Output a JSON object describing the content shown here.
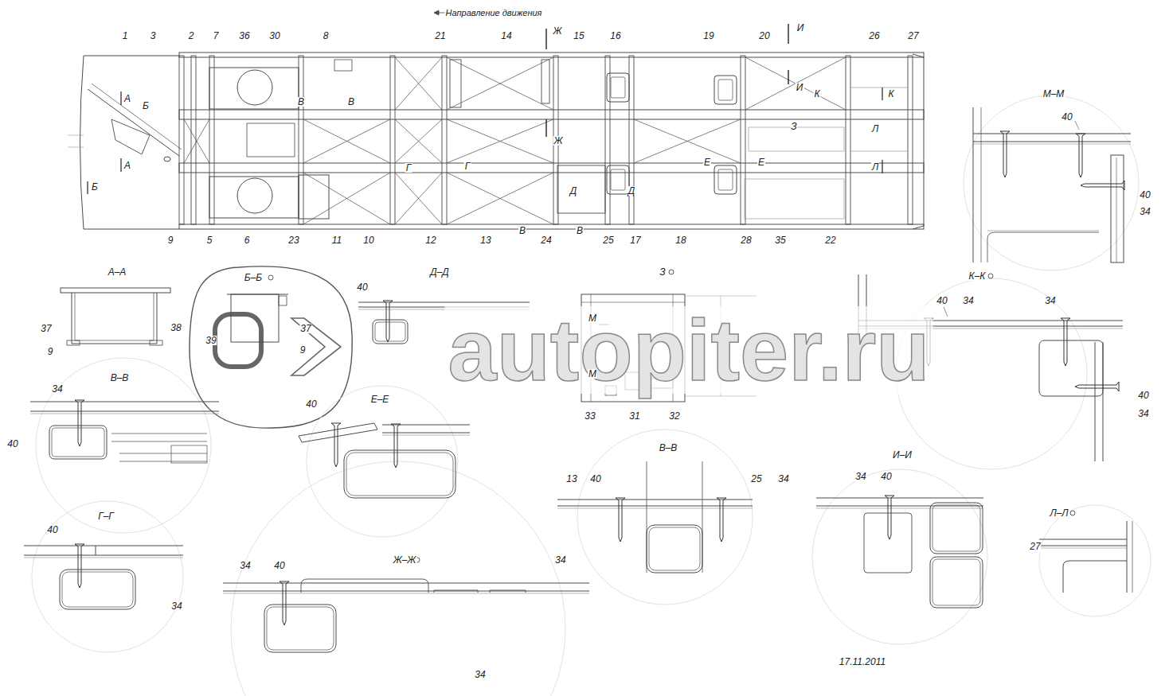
{
  "diagram": {
    "labels": [
      "Направление движения",
      "1",
      "3",
      "2",
      "7",
      "36",
      "30",
      "8",
      "21",
      "14",
      "Ж",
      "15",
      "16",
      "19",
      "20",
      "И",
      "26",
      "27",
      "9",
      "5",
      "6",
      "23",
      "11",
      "10",
      "12",
      "13",
      "24",
      "25",
      "17",
      "18",
      "28",
      "35",
      "22",
      "А",
      "Б",
      "А",
      "Б",
      "В",
      "В",
      "Г",
      "Г",
      "Ж",
      "Д",
      "Д",
      "В",
      "В",
      "И",
      "К",
      "К",
      "З",
      "Е",
      "Е",
      "Л",
      "Л",
      "М–М",
      "40",
      "40",
      "34",
      "А–А",
      "37",
      "38",
      "9",
      "Б–Б",
      "39",
      "37",
      "9",
      "40",
      "Д–Д",
      "40",
      "З",
      "М",
      "М",
      "33",
      "31",
      "32",
      "К–К",
      "40",
      "34",
      "34",
      "40",
      "34",
      "В–В",
      "34",
      "40",
      "Е–Е",
      "Г–Г",
      "40",
      "34",
      "Ж–Ж",
      "34",
      "40",
      "34",
      "В–В",
      "13",
      "40",
      "25",
      "34",
      "34",
      "И–И",
      "34",
      "40",
      "Л–Л",
      "27",
      "17.11.2011",
      "autopiter.ru"
    ]
  }
}
